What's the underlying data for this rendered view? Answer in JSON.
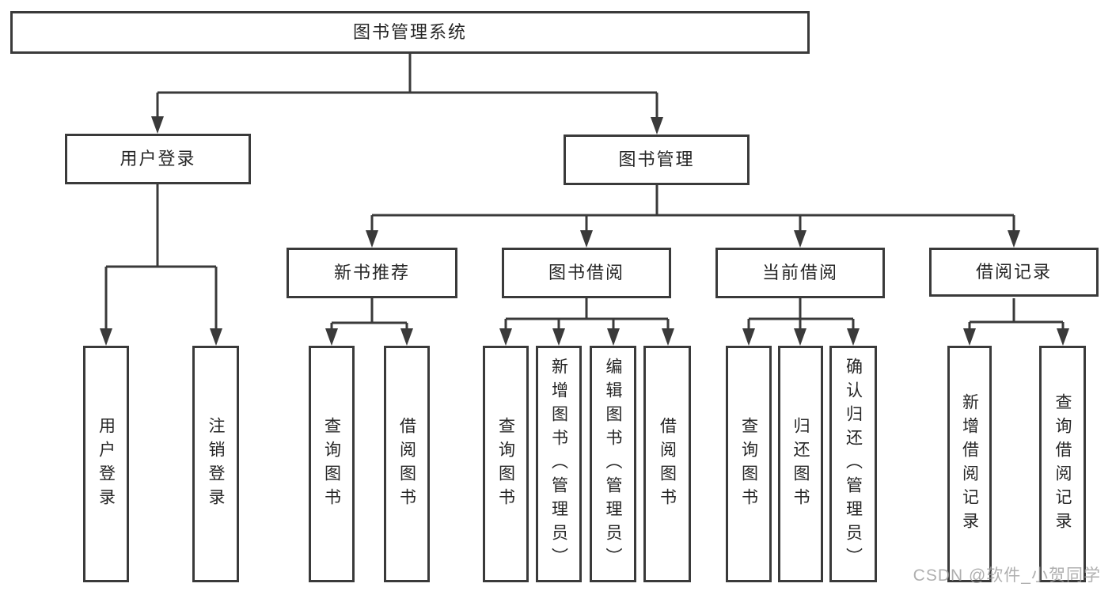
{
  "title": "图书管理系统",
  "branches": {
    "user_login": "用户登录",
    "book_mgmt": "图书管理"
  },
  "modules": {
    "new_rec": "新书推荐",
    "borrow": "图书借阅",
    "current": "当前借阅",
    "records": "借阅记录"
  },
  "leaves": {
    "user_login": "用户登录",
    "logout": "注销登录",
    "rec_query_book": "查询图书",
    "rec_borrow_book": "借阅图书",
    "bor_query_book": "查询图书",
    "bor_add_book": "新增图书（管理员）",
    "bor_edit_book": "编辑图书（管理员）",
    "bor_borrow_book": "借阅图书",
    "cur_query_book": "查询图书",
    "cur_return_book": "归还图书",
    "cur_confirm_return": "确认归还（管理员）",
    "records_add": "新增借阅记录",
    "records_query": "查询借阅记录"
  },
  "watermark": "CSDN @软件_小贺同学",
  "colors": {
    "line": "#3a3a3a",
    "text": "#262626",
    "watermark": "#9e9e9e"
  }
}
